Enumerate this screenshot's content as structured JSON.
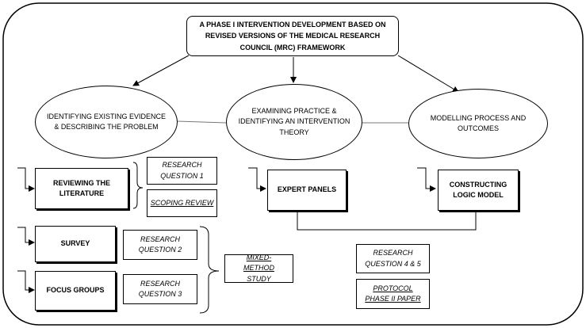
{
  "title": "A PHASE I INTERVENTION DEVELOPMENT BASED ON REVISED VERSIONS OF THE MEDICAL RESEARCH COUNCIL (MRC) FRAMEWORK",
  "stages": [
    {
      "label": "IDENTIFYING EXISTING EVIDENCE & DESCRIBING THE PROBLEM"
    },
    {
      "label": "EXAMINING PRACTICE & IDENTIFYING AN INTERVENTION THEORY"
    },
    {
      "label": "MODELLING PROCESS AND OUTCOMES"
    }
  ],
  "activities": {
    "literature": "REVIEWING THE LITERATURE",
    "survey": "SURVEY",
    "focus_groups": "FOCUS GROUPS",
    "expert_panels": "EXPERT PANELS",
    "logic_model": "CONSTRUCTING LOGIC MODEL"
  },
  "research_questions": {
    "rq1": "RESEARCH QUESTION 1",
    "rq2": "RESEARCH QUESTION 2",
    "rq3": "RESEARCH QUESTION 3",
    "rq45": "RESEARCH QUESTION 4 & 5"
  },
  "outputs": {
    "scoping_review": "SCOPING REVIEW",
    "mixed_method": "MIXED-METHOD STUDY",
    "protocol": "PROTOCOL PHASE II PAPER"
  }
}
